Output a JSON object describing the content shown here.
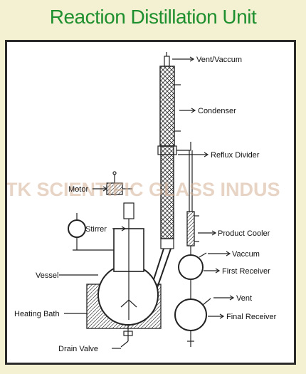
{
  "title": "Reaction Distillation Unit",
  "watermark": "TK SCIENTIFIC GLASS INDUS",
  "labels": {
    "vent_vaccum": "Vent/Vaccum",
    "condenser": "Condenser",
    "reflux_divider": "Reflux Divider",
    "motor": "Motor",
    "stirrer": "Stirrer",
    "product_cooler": "Product Cooler",
    "vaccum": "Vaccum",
    "first_receiver": "First Receiver",
    "vessel": "Vessel",
    "vent": "Vent",
    "heating_bath": "Heating Bath",
    "final_receiver": "Final Receiver",
    "drain_valve": "Drain Valve"
  },
  "colors": {
    "title": "#1e8f2e",
    "background": "#f4f1d3",
    "frame": "#2a2a2a",
    "watermark": "#d6b096"
  }
}
